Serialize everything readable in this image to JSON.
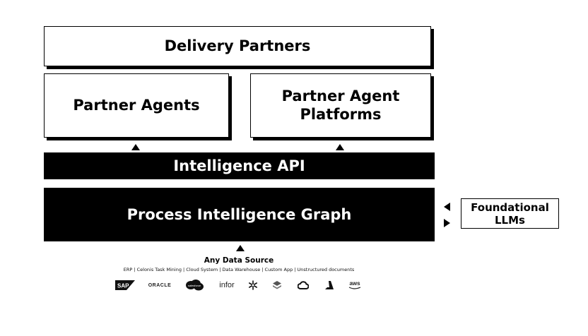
{
  "diagram": {
    "delivery_partners": "Delivery Partners",
    "partner_agents": "Partner Agents",
    "partner_agent_platforms": "Partner Agent\nPlatforms",
    "intelligence_api": "Intelligence API",
    "process_intelligence_graph": "Process Intelligence Graph",
    "foundational_llms": "Foundational\nLLMs",
    "data_source_title": "Any Data Source",
    "data_source_subtitle": "ERP | Celonis Task Mining | Cloud System | Data Warehouse | Custom App | Unstructured documents"
  },
  "logos": [
    {
      "name": "sap-logo",
      "label": "SAP"
    },
    {
      "name": "oracle-logo",
      "label": "ORACLE"
    },
    {
      "name": "salesforce-logo",
      "label": "salesforce"
    },
    {
      "name": "infor-logo",
      "label": "infor"
    },
    {
      "name": "snowflake-logo",
      "label": ""
    },
    {
      "name": "layers-logo",
      "label": ""
    },
    {
      "name": "google-cloud-logo",
      "label": ""
    },
    {
      "name": "azure-logo",
      "label": ""
    },
    {
      "name": "aws-logo",
      "label": "aws"
    }
  ]
}
